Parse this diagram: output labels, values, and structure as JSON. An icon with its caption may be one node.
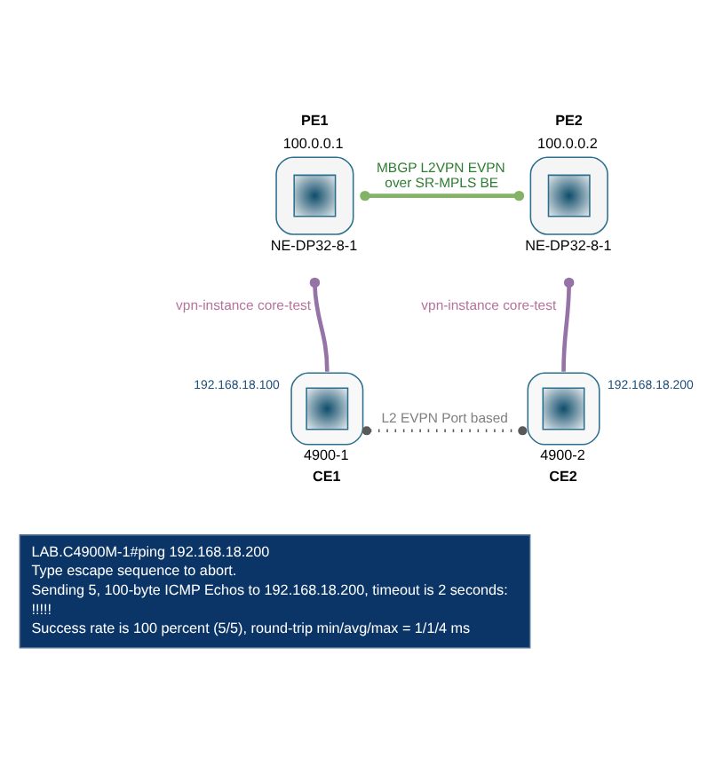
{
  "diagram": {
    "nodes": [
      {
        "text": [
          "PE1",
          "100.0.0.1",
          "NE-DP32-8-1"
        ]
      },
      {
        "text": [
          "PE2",
          "100.0.0.2",
          "NE-DP32-8-1"
        ]
      },
      {
        "text": [
          "4900-1",
          "CE1"
        ],
        "beside": [
          "192.168.18.100"
        ]
      },
      {
        "text": [
          "4900-2",
          "CE2"
        ],
        "beside": [
          "192.168.18.200"
        ]
      },
      {
        "text": [
          "LAB.C4900M-1#ping 192.168.18.200",
          "Type escape sequence to abort.",
          "Sending 5, 100-byte ICMP Echos to 192.168.18.200, timeout is 2 seconds:",
          "!!!!!",
          "Success rate is 100 percent (5/5), round-trip min/avg/max = 1/1/4 ms"
        ]
      }
    ],
    "edges": [
      {
        "from": 0,
        "to": 1,
        "arrow": "other",
        "label": "MBGP L2VPN EVPN over SR-MPLS BE",
        "color": "#82b366"
      },
      {
        "from": 0,
        "to": 2,
        "arrow": "other",
        "label": "vpn-instance core-test",
        "color": "#9673a6"
      },
      {
        "from": 1,
        "to": 3,
        "arrow": "other",
        "label": "vpn-instance core-test",
        "color": "#9673a6"
      },
      {
        "from": 2,
        "to": 3,
        "arrow": "other",
        "label": "L2 EVPN Port based",
        "style": "dashed",
        "color": "#595959"
      }
    ]
  }
}
